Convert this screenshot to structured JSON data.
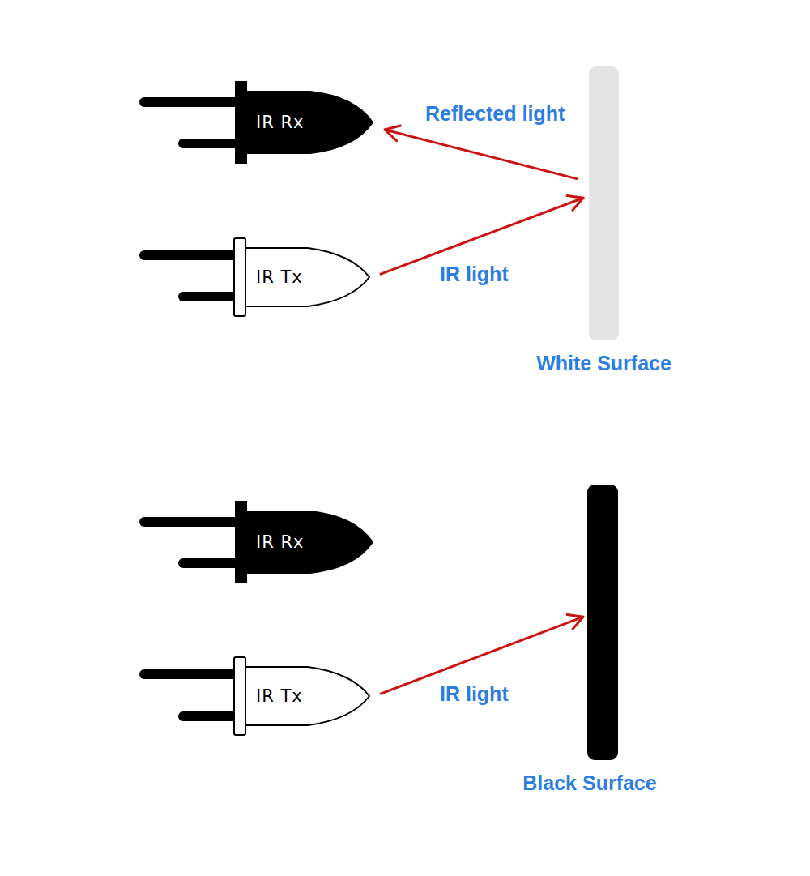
{
  "diagram": {
    "nodes": [
      {
        "text": [
          "IR Rx"
        ]
      },
      {
        "text": [
          "IR Tx"
        ]
      },
      {
        "text": [
          "White Surface"
        ]
      },
      {
        "text": [
          "IR Rx"
        ]
      },
      {
        "text": [
          "IR Tx"
        ]
      },
      {
        "text": [
          "Black Surface"
        ]
      }
    ],
    "edges": [
      {
        "from": 1,
        "to": 2,
        "arrow": "to",
        "label": "IR light"
      },
      {
        "from": 2,
        "to": 0,
        "arrow": "to",
        "label": "Reflected light"
      },
      {
        "from": 4,
        "to": 5,
        "arrow": "to",
        "label": "IR light"
      }
    ]
  }
}
